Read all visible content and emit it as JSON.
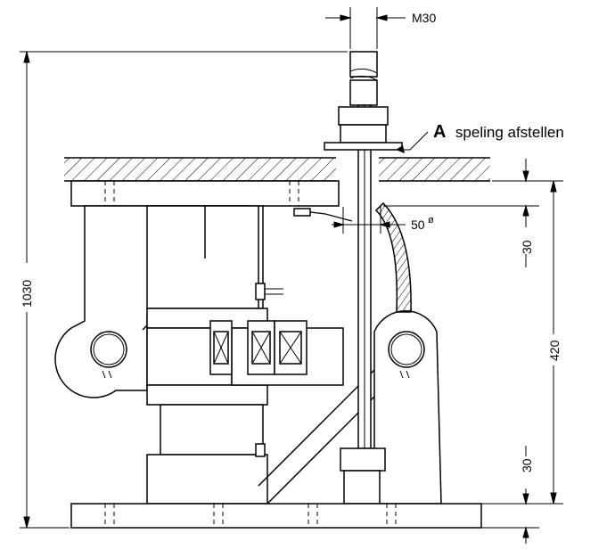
{
  "drawing": {
    "thread_label": "M30",
    "note_letter": "A",
    "note_text": "speling afstellen",
    "hole_label": "50",
    "diameter_symbol": "ø",
    "overall_height": "1030",
    "working_height": "420",
    "gap_top": "30",
    "gap_bottom": "30"
  }
}
